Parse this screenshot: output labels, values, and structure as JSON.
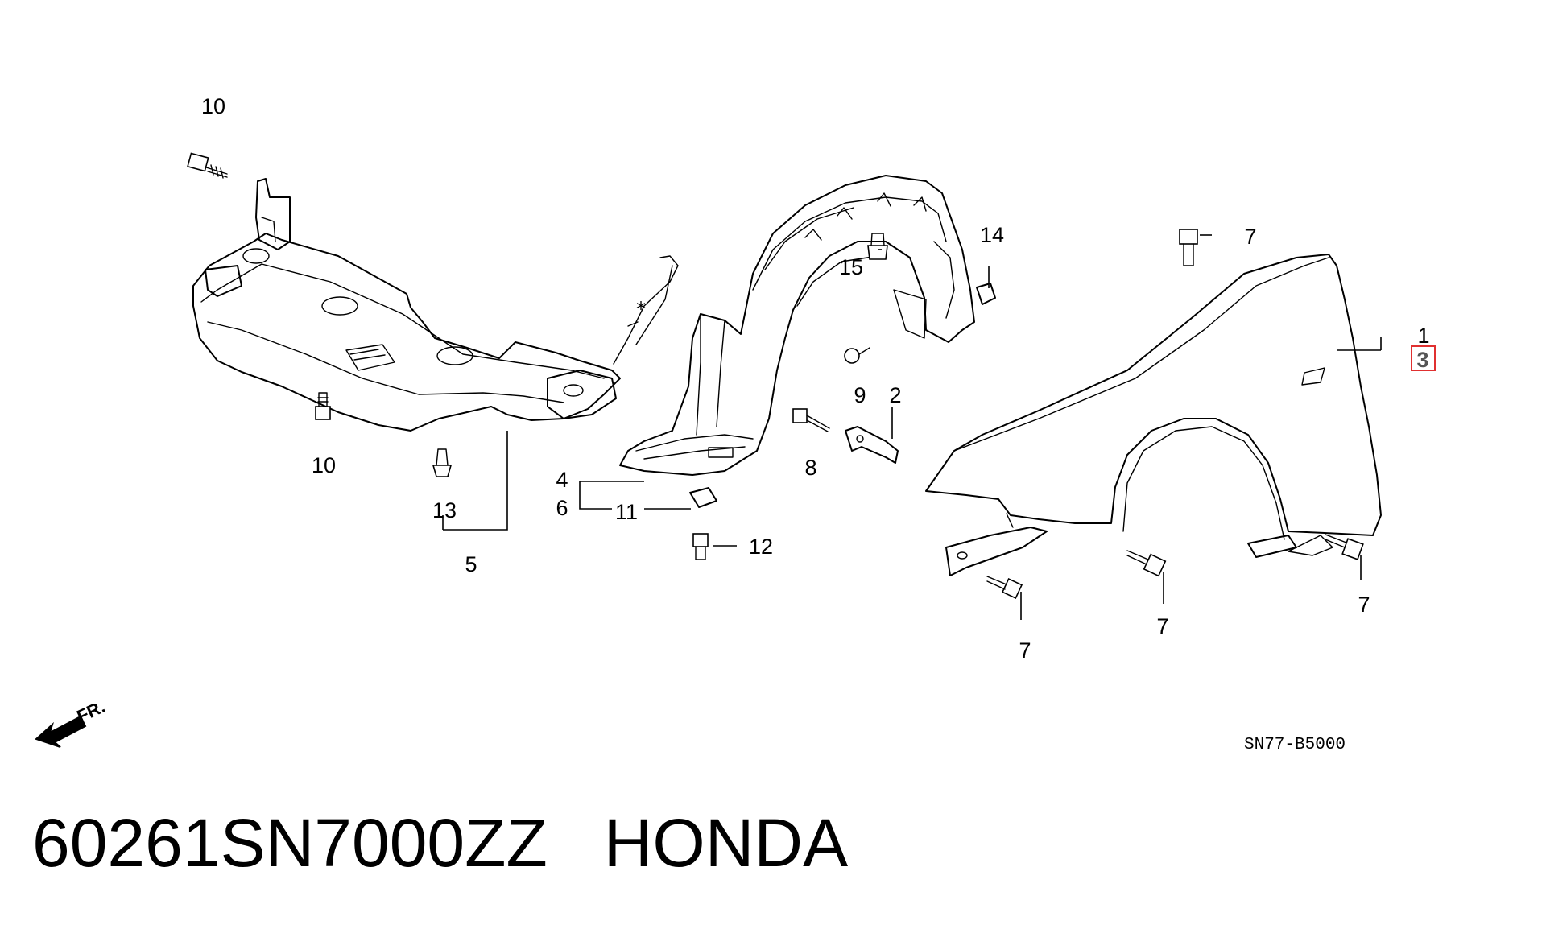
{
  "callouts": {
    "c1": "1",
    "c2": "2",
    "c3": "3",
    "c4": "4",
    "c5": "5",
    "c6": "6",
    "c7a": "7",
    "c7b": "7",
    "c7c": "7",
    "c7d": "7",
    "c8": "8",
    "c9": "9",
    "c10a": "10",
    "c10b": "10",
    "c11": "11",
    "c12": "12",
    "c13": "13",
    "c14": "14",
    "c15": "15"
  },
  "direction_label": "FR.",
  "drawing_code": "SN77-B5000",
  "footer": {
    "part_number": "60261SN7000ZZ",
    "brand": "HONDA"
  },
  "colors": {
    "highlight_box": "#e03030",
    "line": "#000000"
  }
}
